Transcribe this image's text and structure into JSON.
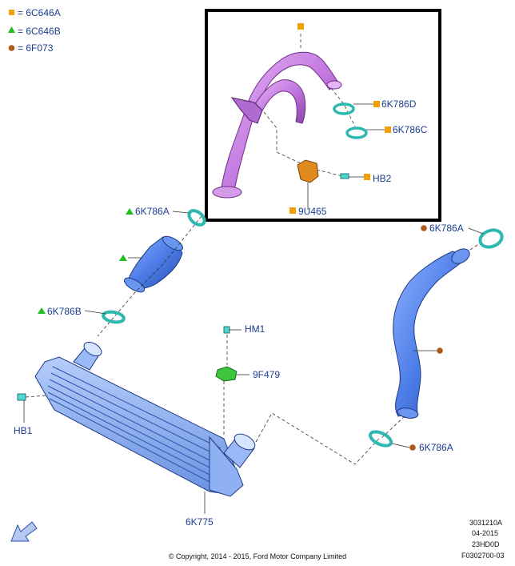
{
  "legend": {
    "items": [
      {
        "symbol": "square",
        "color": "#f2a007",
        "label": "= 6C646A"
      },
      {
        "symbol": "triangle",
        "color": "#1fbf1f",
        "label": "= 6C646B"
      },
      {
        "symbol": "circle",
        "color": "#b05a1a",
        "label": "= 6F073"
      }
    ]
  },
  "callouts": {
    "c_6k786d": "6K786D",
    "c_6k786c": "6K786C",
    "c_hb2": "HB2",
    "c_9u465": "9U465",
    "c_6k786a_left": "6K786A",
    "c_6k786a_right": "6K786A",
    "c_6k786b": "6K786B",
    "c_hm1": "HM1",
    "c_9f479": "9F479",
    "c_hb1": "HB1",
    "c_6k775": "6K775",
    "c_6k786a_bottom": "6K786A"
  },
  "meta": {
    "ref1": "3031210A",
    "ref2": "04-2015",
    "ref3": "23HD0D",
    "ref4": "F0302700-03"
  },
  "copyright": "© Copyright, 2014 - 2015, Ford Motor Company Limited",
  "colors": {
    "label_blue": "#1a3d8f",
    "hose_blue": "#4d7de8",
    "hose_purple": "#c47ae0",
    "clamp_cyan": "#4fd6d0",
    "sensor_orange": "#e08a1e",
    "bracket_green": "#3ec43e",
    "intercooler_blue": "#7fa8f0"
  },
  "icons": {
    "nav_arrow": "arrow-down-left-icon"
  }
}
